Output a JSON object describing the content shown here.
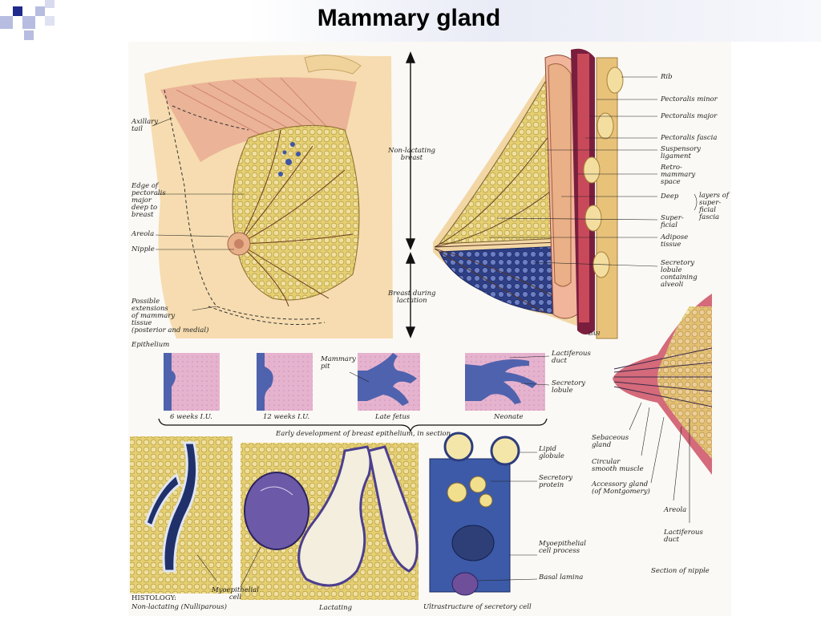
{
  "slide": {
    "title": "Mammary gland",
    "colors": {
      "deco_dark": "#1f2a8c",
      "deco_light": "#b7bde0",
      "tissue_pink": "#e7a98a",
      "lobule_yellow": "#e8d27a",
      "duct_blue": "#3b4f96",
      "histo_violet": "#7b69b5"
    }
  },
  "labels": {
    "axillary_tail": "Axillary\ntail",
    "edge_pectoralis": "Edge of\npectoralis\nmajor\ndeep to\nbreast",
    "areola": "Areola",
    "nipple": "Nipple",
    "possible_extensions": "Possible\nextensions\nof mammary\ntissue\n(posterior and medial)",
    "non_lactating_breast": "Non-lactating\nbreast",
    "breast_lactation": "Breast during\nlactation",
    "rib": "Rib",
    "pectoralis_minor": "Pectoralis minor",
    "pectoralis_major": "Pectoralis major",
    "pectoralis_fascia": "Pectoralis fascia",
    "suspensory_ligament": "Suspensory\nligament",
    "retromammary_space": "Retro-\nmammary\nspace",
    "deep": "Deep",
    "superficial": "Super-\nficial",
    "layers_superficial_fascia": "layers of\nsuper-\nficial\nfascia",
    "adipose_tissue": "Adipose\ntissue",
    "secretory_lobule_alveoli": "Secretory\nlobule\ncontaining\nalveoli",
    "epithelium": "Epithelium",
    "weeks6": "6 weeks I.U.",
    "weeks12": "12 weeks I.U.",
    "mammary_pit": "Mammary\npit",
    "late_fetus": "Late fetus",
    "lactiferous_duct": "Lactiferous\nduct",
    "secretory_lobule": "Secretory\nlobule",
    "neonate": "Neonate",
    "early_development": "Early development of breast epithelium, in section",
    "lipid_globule": "Lipid\nglobule",
    "secretory_protein": "Secretory\nprotein",
    "myoepithelial_process": "Myoepithelial\ncell process",
    "basal_lamina": "Basal lamina",
    "myoepithelial_cell": "Myoepithelial\ncell",
    "histology": "HISTOLOGY:",
    "non_lactating_nulliparous": "Non-lactating (Nulliparous)",
    "lactating": "Lactating",
    "ultrastructure": "Ultrastructure of secretory cell",
    "sebaceous_gland": "Sebaceous\ngland",
    "circular_smooth_muscle": "Circular\nsmooth muscle",
    "accessory_gland": "Accessory gland\n(of Montgomery)",
    "areola2": "Areola",
    "lactiferous_duct2": "Lactiferous\nduct",
    "section_nipple": "Section of nipple",
    "signature": "DAH"
  }
}
